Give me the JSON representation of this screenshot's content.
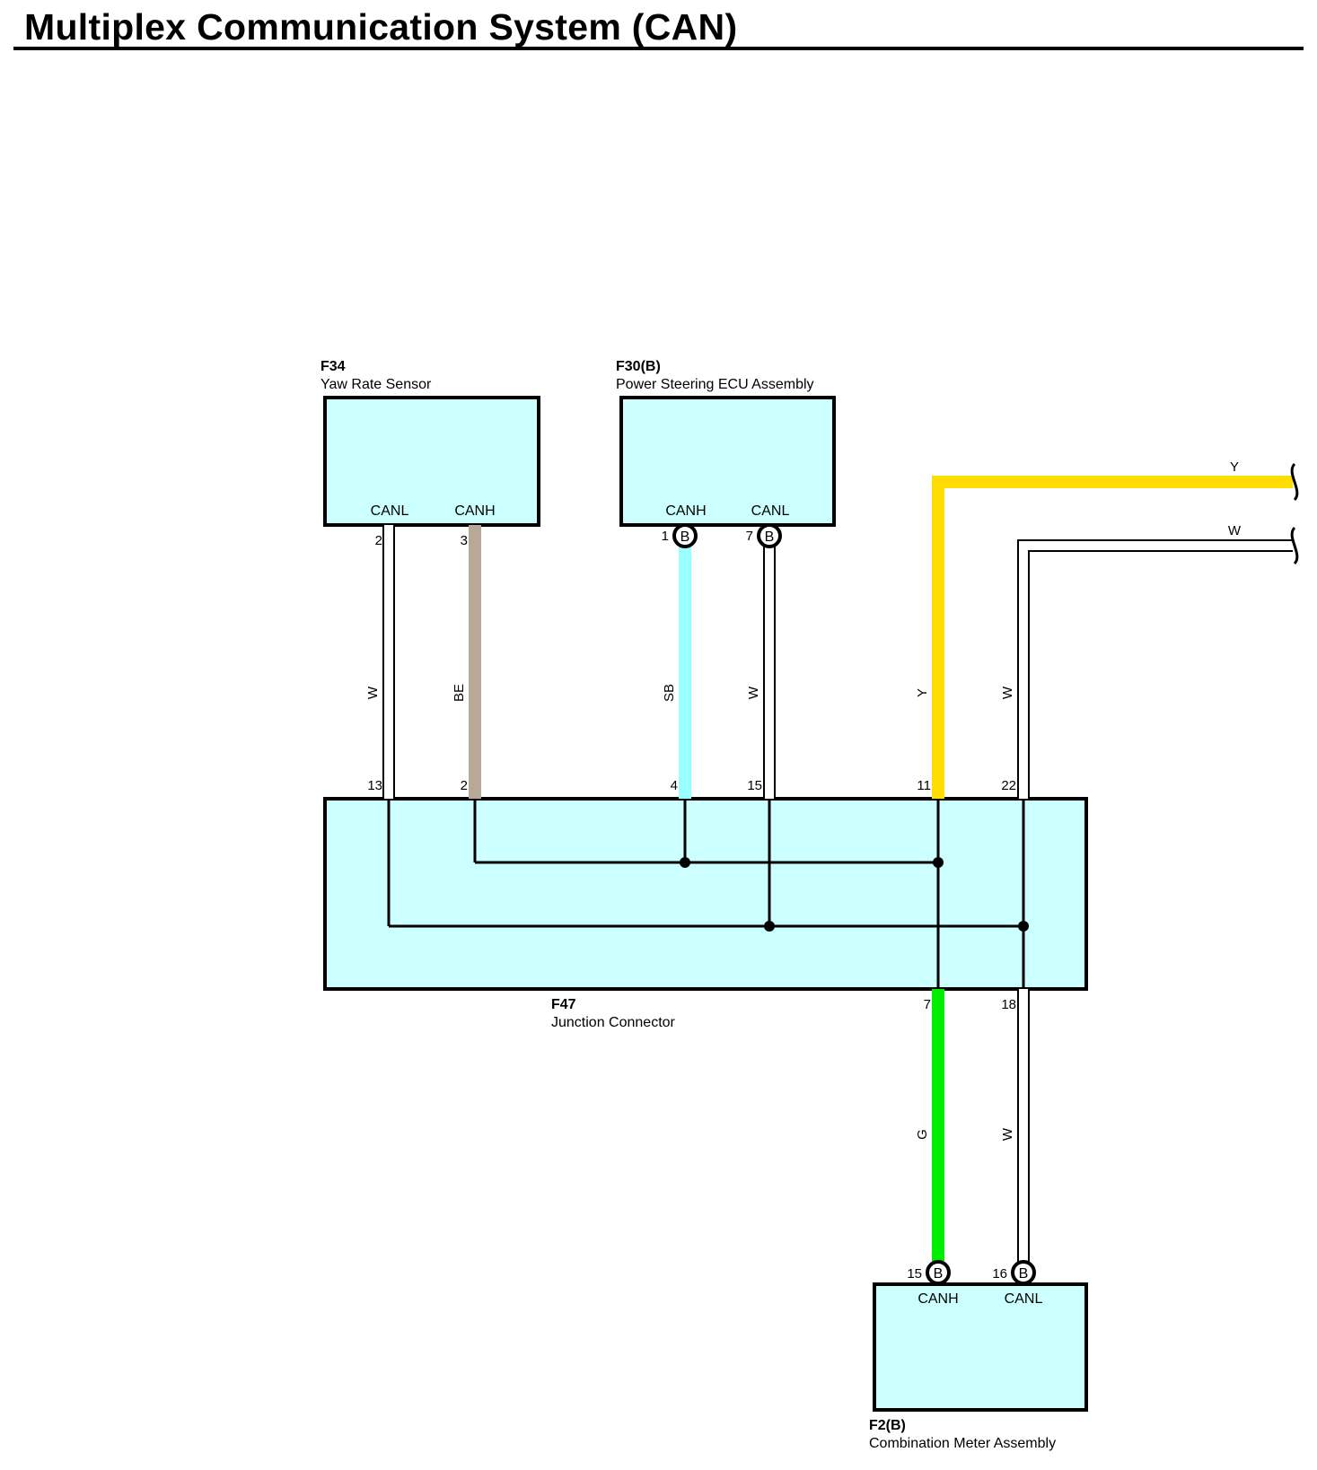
{
  "title": "Multiplex Communication System (CAN)",
  "colors": {
    "box_fill": "#ccffff",
    "Y": "#ffdd00",
    "W": "#ffffff",
    "BE": "#b8a898",
    "SB": "#99ffff",
    "G": "#00ee00"
  },
  "components": {
    "yaw": {
      "code": "F34",
      "name": "Yaw Rate Sensor",
      "canl": "CANL",
      "canh": "CANH"
    },
    "ps": {
      "code": "F30(B)",
      "name": "Power Steering ECU Assembly",
      "canh": "CANH",
      "canl": "CANL",
      "marker": "B"
    },
    "jc": {
      "code": "F47",
      "name": "Junction Connector"
    },
    "cm": {
      "code": "F2(B)",
      "name": "Combination Meter Assembly",
      "canh": "CANH",
      "canl": "CANL",
      "marker": "B"
    }
  },
  "pins": {
    "yaw_canl": "2",
    "yaw_canh": "3",
    "ps_canh": "1",
    "ps_canl": "7",
    "jc_13": "13",
    "jc_2": "2",
    "jc_4": "4",
    "jc_15": "15",
    "jc_11": "11",
    "jc_22": "22",
    "jc_7": "7",
    "jc_18": "18",
    "cm_canh": "15",
    "cm_canl": "16"
  },
  "wires": {
    "w1": "W",
    "w2": "BE",
    "w3": "SB",
    "w4": "W",
    "w5": "Y",
    "w6": "W",
    "w7": "G",
    "w8": "W",
    "ext_y": "Y",
    "ext_w": "W"
  }
}
